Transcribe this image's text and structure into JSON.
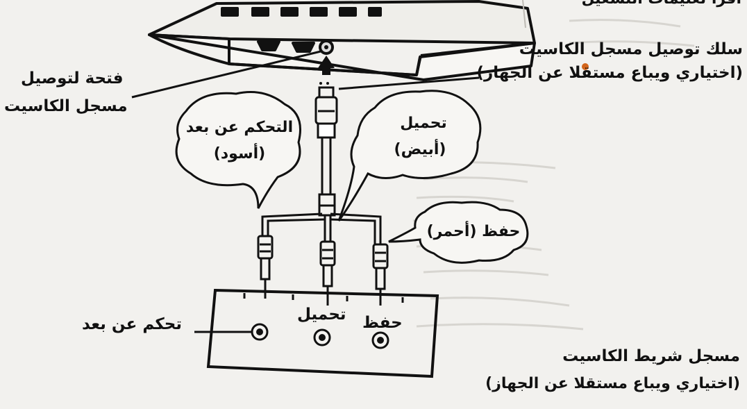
{
  "header_text": "اقرأ تعليمات التشغيل",
  "cable_label": {
    "line1": "سلك توصيل مسجل الكاسيت",
    "line2": "(اختياري ويباع مستقلا عن الجهاز)"
  },
  "port_label": {
    "line1": "فتحة لتوصيل",
    "line2": "مسجل الكاسيت"
  },
  "bubbles": {
    "remote_black": {
      "line1": "التحكم عن بعد",
      "line2": "(أسود)"
    },
    "load_white": {
      "line1": "تحميل",
      "line2": "(أبيض)"
    },
    "save_red": {
      "line1": "حفظ (أحمر)"
    }
  },
  "recorder_jacks": {
    "remote": "تحكم عن بعد",
    "load": "تحميل",
    "save": "حفظ"
  },
  "recorder_label": {
    "line1": "مسجل شريط الكاسيت",
    "line2": "(اختياري ويباع مستقلا عن الجهاز)"
  }
}
